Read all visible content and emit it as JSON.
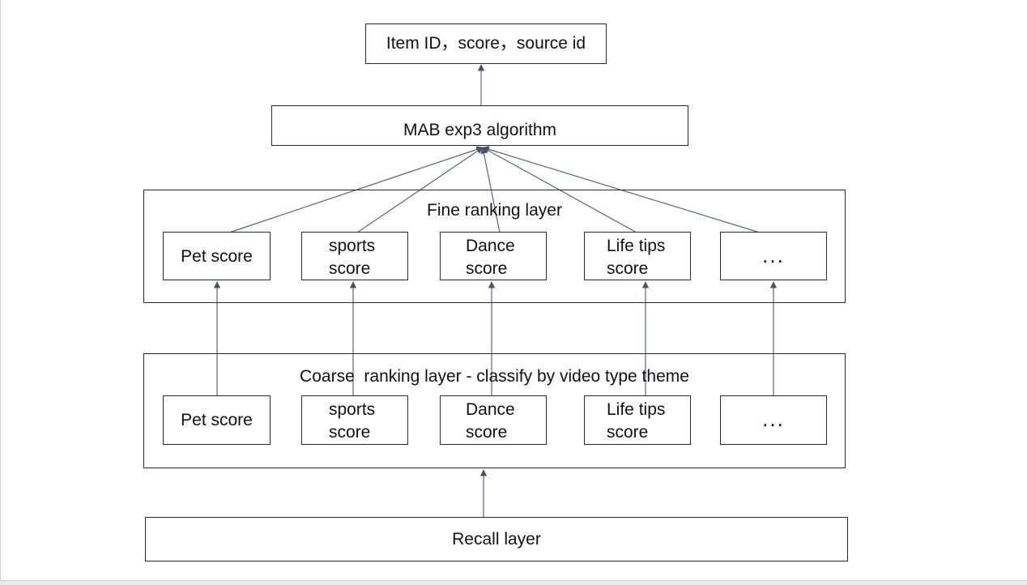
{
  "output_box": "Item ID，score，source id",
  "mab_box": "MAB exp3 algorithm",
  "fine_layer": {
    "title": "Fine ranking layer",
    "cells": [
      "Pet score",
      "sports\nscore",
      "Dance\nscore",
      "Life tips\nscore",
      "..."
    ]
  },
  "coarse_layer": {
    "title": "Coarse  ranking layer - classify by video type theme",
    "cells": [
      "Pet score",
      "sports\nscore",
      "Dance\nscore",
      "Life tips\nscore",
      "..."
    ]
  },
  "recall_box": "Recall layer",
  "colors": {
    "box_border": "#2b2b2b",
    "arrow": "#5a6478",
    "text": "#111111"
  }
}
